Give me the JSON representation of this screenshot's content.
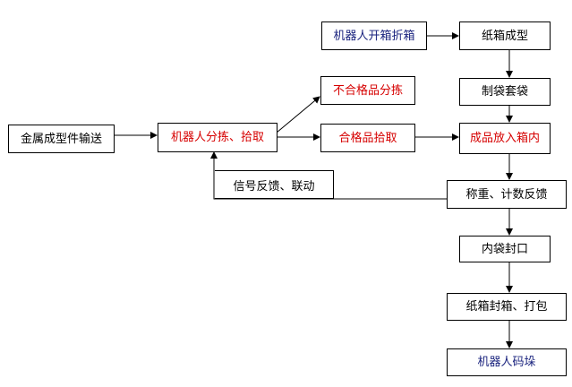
{
  "nodes": {
    "metal_conveying": "金属成型件输送",
    "robot_sort_pick": "机器人分拣、拾取",
    "reject_sort": "不合格品分拣",
    "qualified_pick": "合格品拾取",
    "robot_open_fold": "机器人开箱折箱",
    "carton_forming": "纸箱成型",
    "bag_making": "制袋套袋",
    "product_into_box": "成品放入箱内",
    "weigh_count_feedback": "称重、计数反馈",
    "inner_bag_seal": "内袋封口",
    "carton_seal_pack": "纸箱封箱、打包",
    "robot_palletize": "机器人码垛"
  },
  "feedback_label": "信号反馈、联动",
  "colors": {
    "black_text": "#000000",
    "red_text": "#d60000",
    "navy_text": "#1a237e",
    "line": "#000000"
  }
}
